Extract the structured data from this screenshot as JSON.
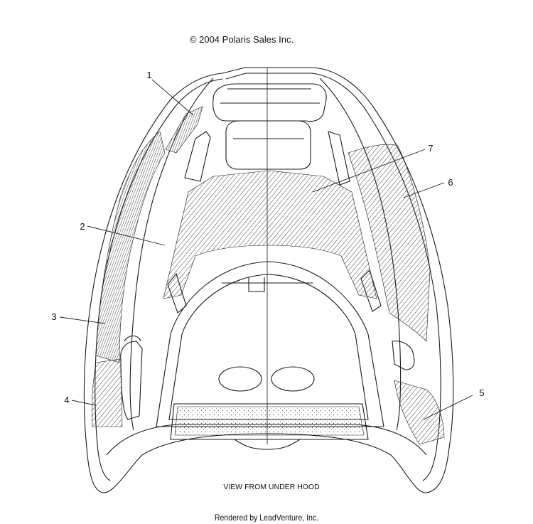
{
  "header": {
    "copyright": "© 2004 Polaris Sales Inc."
  },
  "diagram": {
    "view_caption": "VIEW FROM UNDER HOOD",
    "callouts": [
      {
        "id": "1",
        "label": "1"
      },
      {
        "id": "2",
        "label": "2"
      },
      {
        "id": "3",
        "label": "3"
      },
      {
        "id": "4",
        "label": "4"
      },
      {
        "id": "5",
        "label": "5"
      },
      {
        "id": "6",
        "label": "6"
      },
      {
        "id": "7",
        "label": "7"
      }
    ]
  },
  "footer": {
    "rendered_by": "Rendered by LeadVenture, Inc."
  },
  "colors": {
    "line": "#1a1a1a",
    "hatch": "#444444",
    "background": "#ffffff"
  }
}
